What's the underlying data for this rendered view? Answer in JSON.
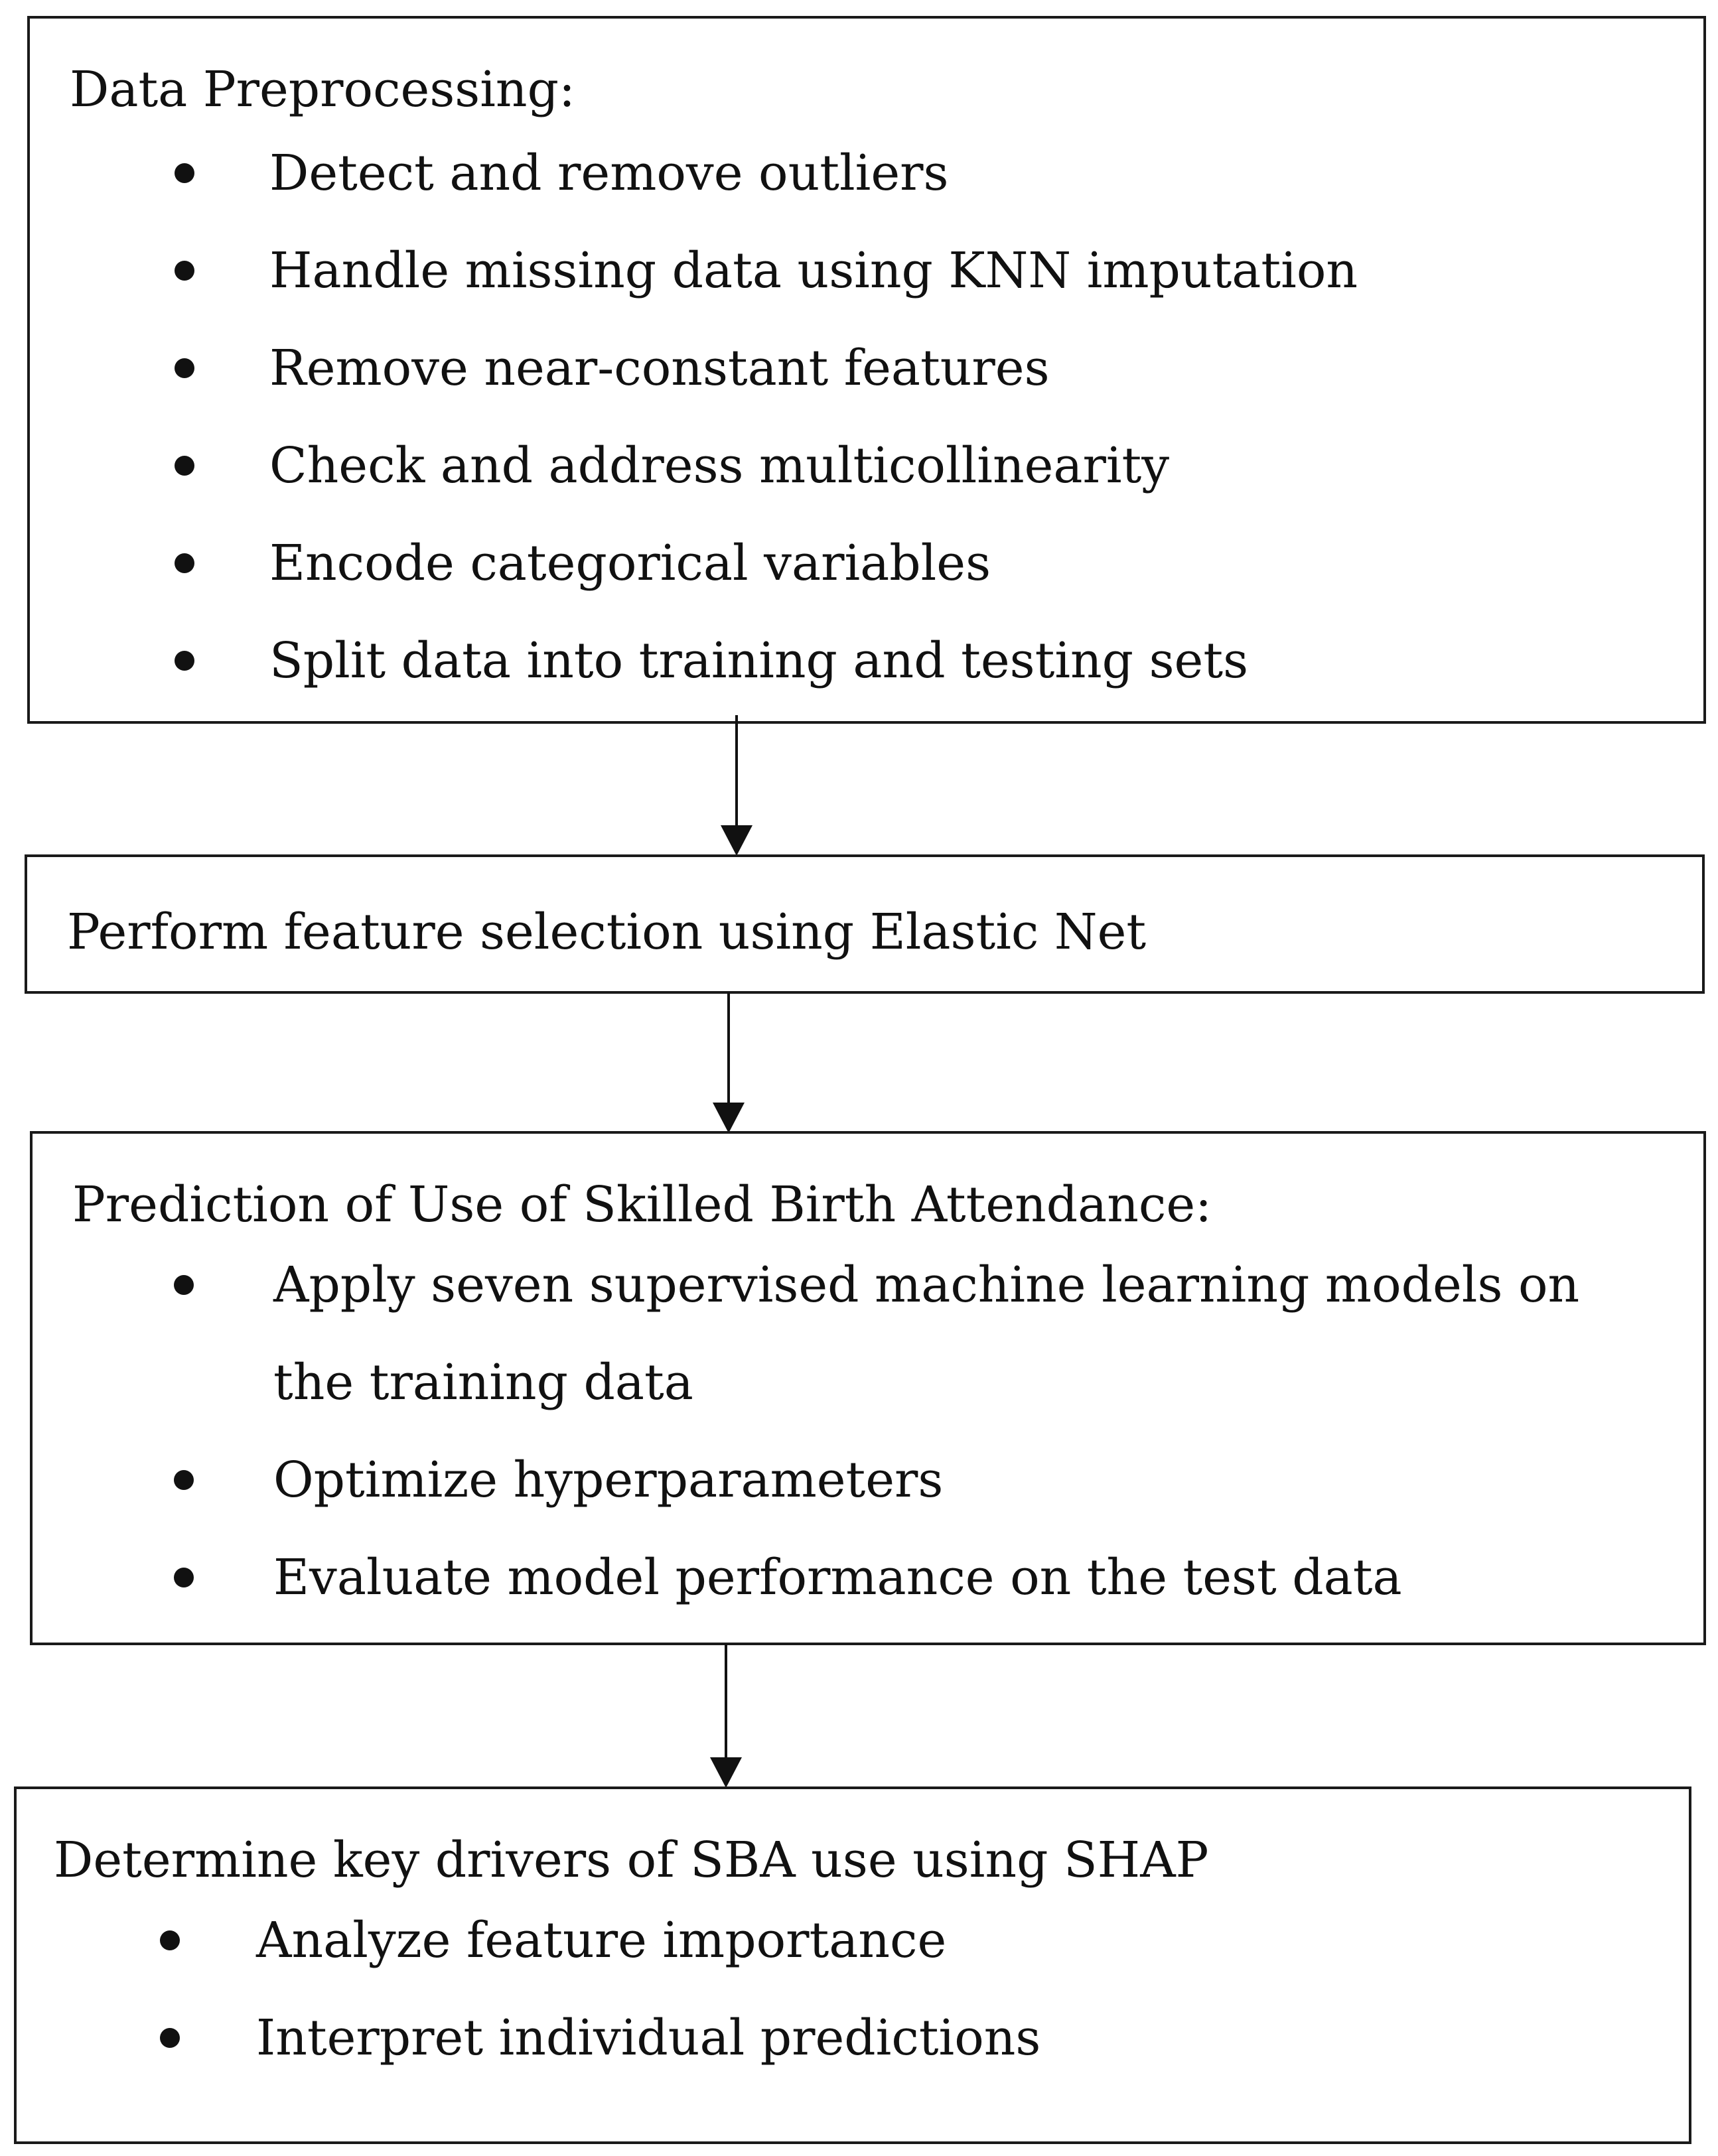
{
  "steps": [
    {
      "title": "Data Preprocessing:",
      "bullets": [
        "Detect and remove outliers",
        "Handle missing data using KNN imputation",
        "Remove near-constant features",
        "Check and address multicollinearity",
        "Encode categorical variables",
        "Split data into training and testing sets"
      ]
    },
    {
      "title": "Perform feature selection using Elastic Net"
    },
    {
      "title": "Prediction of Use of Skilled Birth Attendance:",
      "bullets": [
        "Apply seven supervised machine learning models on the training data",
        "Optimize hyperparameters",
        "Evaluate model performance on the test data"
      ]
    },
    {
      "title": "Determine key drivers of SBA use using SHAP",
      "bullets": [
        "Analyze feature importance",
        "Interpret individual predictions"
      ]
    }
  ]
}
